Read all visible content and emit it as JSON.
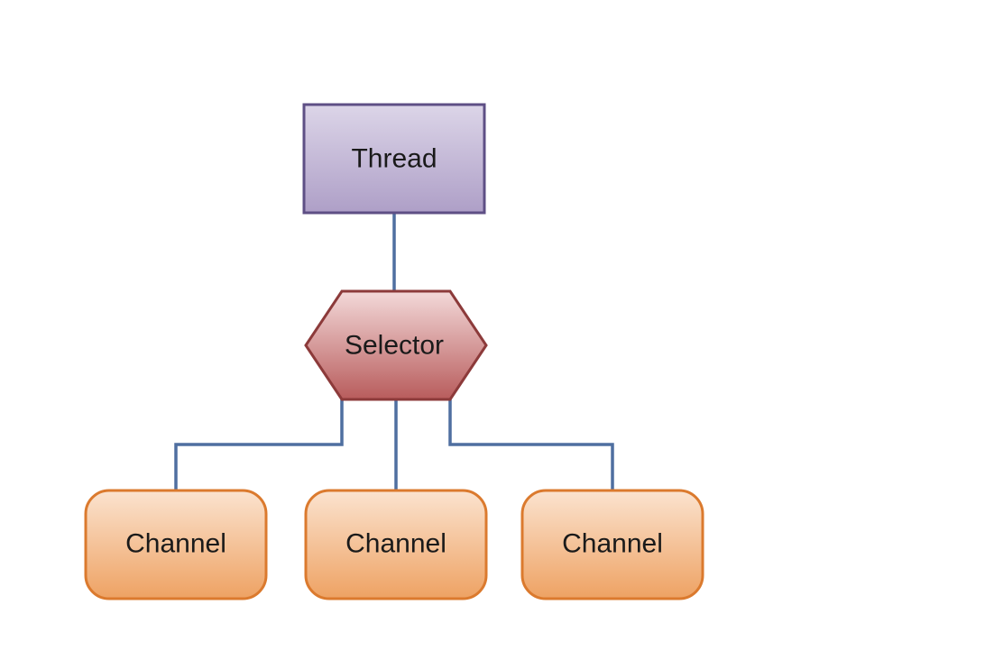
{
  "diagram": {
    "thread": {
      "label": "Thread"
    },
    "selector": {
      "label": "Selector"
    },
    "channels": [
      {
        "label": "Channel"
      },
      {
        "label": "Channel"
      },
      {
        "label": "Channel"
      }
    ]
  },
  "colors": {
    "thread_fill_top": "#dcd5e8",
    "thread_fill_bottom": "#ae9fc7",
    "thread_stroke": "#5e4f85",
    "selector_fill_top": "#f3d9d9",
    "selector_fill_bottom": "#b85c5c",
    "selector_stroke": "#8c3a3a",
    "channel_fill_top": "#fbe3cf",
    "channel_fill_bottom": "#eea263",
    "channel_stroke": "#db7a2e",
    "connector": "#4f6fa0"
  }
}
